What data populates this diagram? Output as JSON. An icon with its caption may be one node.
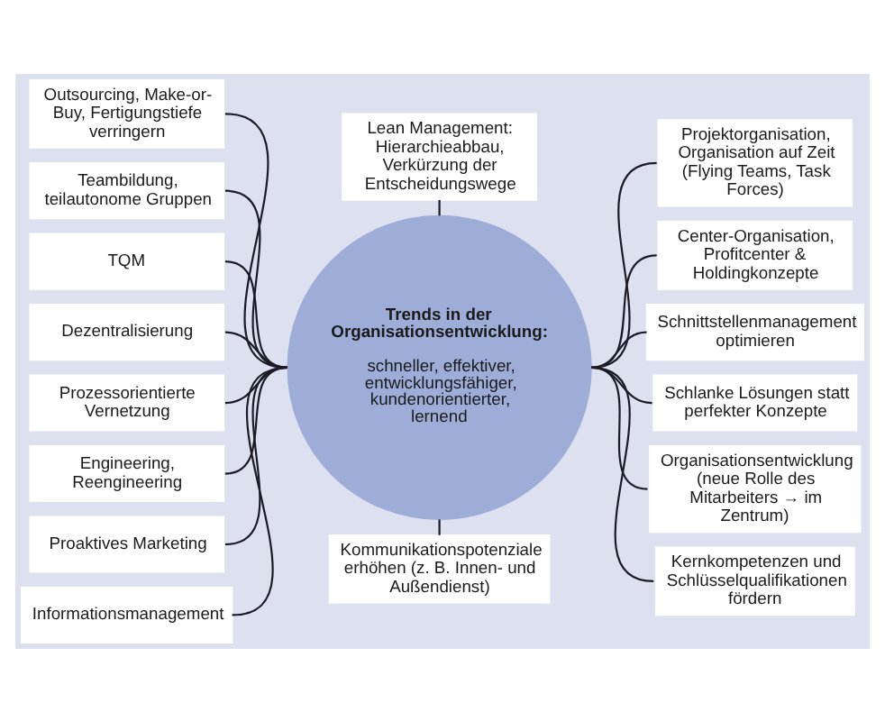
{
  "diagram": {
    "nodes": [
      {
        "text": [
          "Outsourcing, Make-or-Buy, Fertigungstiefe verringern"
        ]
      },
      {
        "text": [
          "Teambildung, teilautonome Gruppen"
        ]
      },
      {
        "text": [
          "TQM"
        ]
      },
      {
        "text": [
          "Dezentralisierung"
        ]
      },
      {
        "text": [
          "Prozessorientierte Vernetzung"
        ]
      },
      {
        "text": [
          "Engineering, Reengineering"
        ]
      },
      {
        "text": [
          "Proaktives Marketing"
        ]
      },
      {
        "text": [
          "Informationsmanagement"
        ]
      },
      {
        "text": [
          "Lean Management: Hierarchieabbau, Verkürzung der Entscheidungswege"
        ]
      },
      {
        "text": [
          "Trends in der Organisationsentwicklung:",
          "schneller, effektiver, entwicklungsfähiger, kundenorientierter, lernend"
        ]
      },
      {
        "text": [
          "Kommunikationspotenziale erhöhen (z. B. Innen- und Außendienst)"
        ]
      },
      {
        "text": [
          "Projektorganisation, Organisation auf Zeit (Flying Teams, Task Forces)"
        ]
      },
      {
        "text": [
          "Center-Organisation, Profitcenter & Holdingkonzepte"
        ]
      },
      {
        "text": [
          "Schnittstellenmanagement optimieren"
        ]
      },
      {
        "text": [
          "Schlanke Lösungen statt perfekter Konzepte"
        ]
      },
      {
        "text": [
          "Organisationsentwicklung (neue Rolle des Mitarbeiters → im Zentrum)"
        ]
      },
      {
        "text": [
          "Kernkompetenzen und Schlüsselqualifikationen fördern"
        ]
      }
    ],
    "edges": [
      {
        "from": 0,
        "to": 9,
        "arrow": "none"
      },
      {
        "from": 1,
        "to": 9,
        "arrow": "none"
      },
      {
        "from": 2,
        "to": 9,
        "arrow": "none"
      },
      {
        "from": 3,
        "to": 9,
        "arrow": "none"
      },
      {
        "from": 4,
        "to": 9,
        "arrow": "none"
      },
      {
        "from": 5,
        "to": 9,
        "arrow": "none"
      },
      {
        "from": 6,
        "to": 9,
        "arrow": "none"
      },
      {
        "from": 7,
        "to": 9,
        "arrow": "none"
      },
      {
        "from": 8,
        "to": 9,
        "arrow": "none"
      },
      {
        "from": 9,
        "to": 10,
        "arrow": "none"
      },
      {
        "from": 9,
        "to": 11,
        "arrow": "none"
      },
      {
        "from": 9,
        "to": 12,
        "arrow": "none"
      },
      {
        "from": 9,
        "to": 13,
        "arrow": "none"
      },
      {
        "from": 9,
        "to": 14,
        "arrow": "none"
      },
      {
        "from": 9,
        "to": 15,
        "arrow": "none"
      },
      {
        "from": 9,
        "to": 16,
        "arrow": "none"
      }
    ]
  }
}
